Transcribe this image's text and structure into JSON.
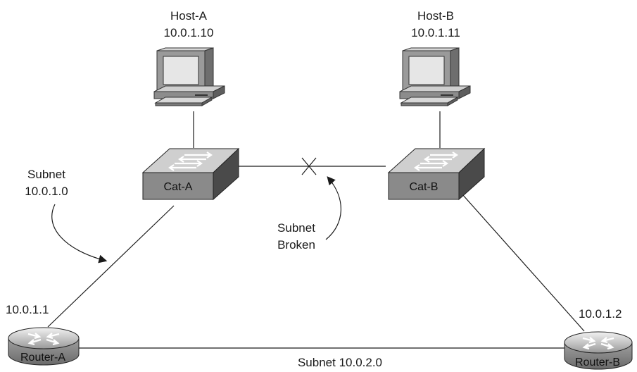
{
  "hosts": [
    {
      "name": "Host-A",
      "ip": "10.0.1.10"
    },
    {
      "name": "Host-B",
      "ip": "10.0.1.11"
    }
  ],
  "switches": [
    {
      "label": "Cat-A"
    },
    {
      "label": "Cat-B"
    }
  ],
  "routers": [
    {
      "label": "Router-A",
      "ip": "10.0.1.1"
    },
    {
      "label": "Router-B",
      "ip": "10.0.1.2"
    }
  ],
  "annotations": {
    "subnet_left_line1": "Subnet",
    "subnet_left_line2": "10.0.1.0",
    "broken_line1": "Subnet",
    "broken_line2": "Broken",
    "bottom_subnet": "Subnet 10.0.2.0"
  },
  "colors": {
    "device_face": "#8a8a8a",
    "device_top": "#c8c8c8",
    "line": "#1a1a1a"
  }
}
